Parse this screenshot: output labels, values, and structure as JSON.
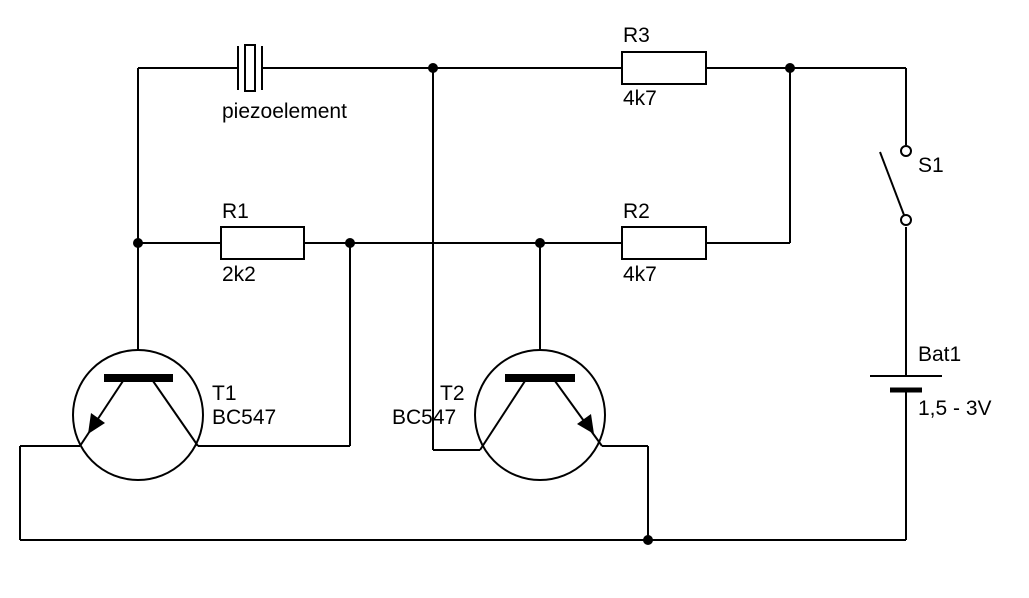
{
  "components": {
    "piezo": {
      "label": "piezoelement"
    },
    "r1": {
      "name": "R1",
      "value": "2k2"
    },
    "r2": {
      "name": "R2",
      "value": "4k7"
    },
    "r3": {
      "name": "R3",
      "value": "4k7"
    },
    "t1": {
      "name": "T1",
      "model": "BC547"
    },
    "t2": {
      "name": "T2",
      "model": "BC547"
    },
    "s1": {
      "name": "S1"
    },
    "bat1": {
      "name": "Bat1",
      "value": "1,5 - 3V"
    }
  }
}
